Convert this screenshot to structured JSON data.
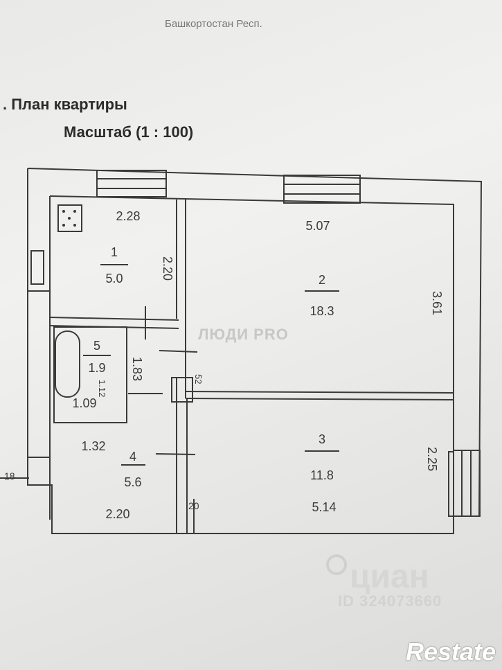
{
  "header": {
    "top_text": "Башкортостан Респ.",
    "title": ". План квартиры",
    "scale": "Масштаб (1 : 100)"
  },
  "rooms": [
    {
      "number": "1",
      "area": "5.0"
    },
    {
      "number": "2",
      "area": "18.3"
    },
    {
      "number": "3",
      "area": "11.8"
    },
    {
      "number": "4",
      "area": "5.6"
    },
    {
      "number": "5",
      "area": "1.9"
    }
  ],
  "dimensions": {
    "kitchen_width": "2.28",
    "kitchen_length": "2.20",
    "room2_width": "5.07",
    "room2_length": "3.61",
    "bath_length": "1.83",
    "bath_width": "1.09",
    "bath_small": "1.12",
    "wall_gap": "1.32",
    "hall_width": "2.20",
    "room3_width": "5.14",
    "room3_length": "2.25",
    "door_small": "20",
    "left_small": "18",
    "mid_small": "52"
  },
  "watermarks": {
    "agency": "ЛЮДИ PRO",
    "cian": "циан",
    "cian_id": "ID 324073660",
    "restate": "Restate"
  },
  "colors": {
    "ink": "#3a3a3a",
    "paper": "#ececea"
  }
}
